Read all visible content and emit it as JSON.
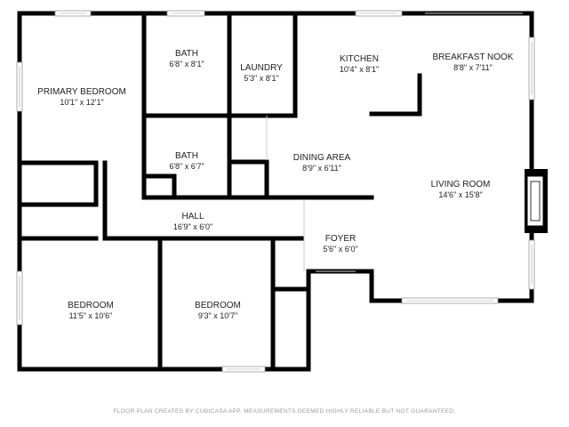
{
  "rooms": {
    "primary_bedroom": {
      "name": "PRIMARY BEDROOM",
      "dims": "10'1\" x 12'1\""
    },
    "bath_upper": {
      "name": "BATH",
      "dims": "6'8\" x 8'1\""
    },
    "laundry": {
      "name": "LAUNDRY",
      "dims": "5'3\" x 8'1\""
    },
    "kitchen": {
      "name": "KITCHEN",
      "dims": "10'4\" x 8'1\""
    },
    "breakfast_nook": {
      "name": "BREAKFAST NOOK",
      "dims": "8'8\" x 7'11\""
    },
    "bath_lower": {
      "name": "BATH",
      "dims": "6'8\" x 6'7\""
    },
    "dining_area": {
      "name": "DINING AREA",
      "dims": "8'9\" x 6'11\""
    },
    "living_room": {
      "name": "LIVING ROOM",
      "dims": "14'6\" x 15'8\""
    },
    "hall": {
      "name": "HALL",
      "dims": "16'9\" x 6'0\""
    },
    "foyer": {
      "name": "FOYER",
      "dims": "5'6\" x 6'0\""
    },
    "bedroom_left": {
      "name": "BEDROOM",
      "dims": "11'5\" x 10'6\""
    },
    "bedroom_right": {
      "name": "BEDROOM",
      "dims": "9'3\" x 10'7\""
    }
  },
  "footer": "FLOOR PLAN CREATED BY CUBICASA APP. MEASUREMENTS DEEMED HIGHLY RELIABLE BUT NOT GUARANTEED."
}
